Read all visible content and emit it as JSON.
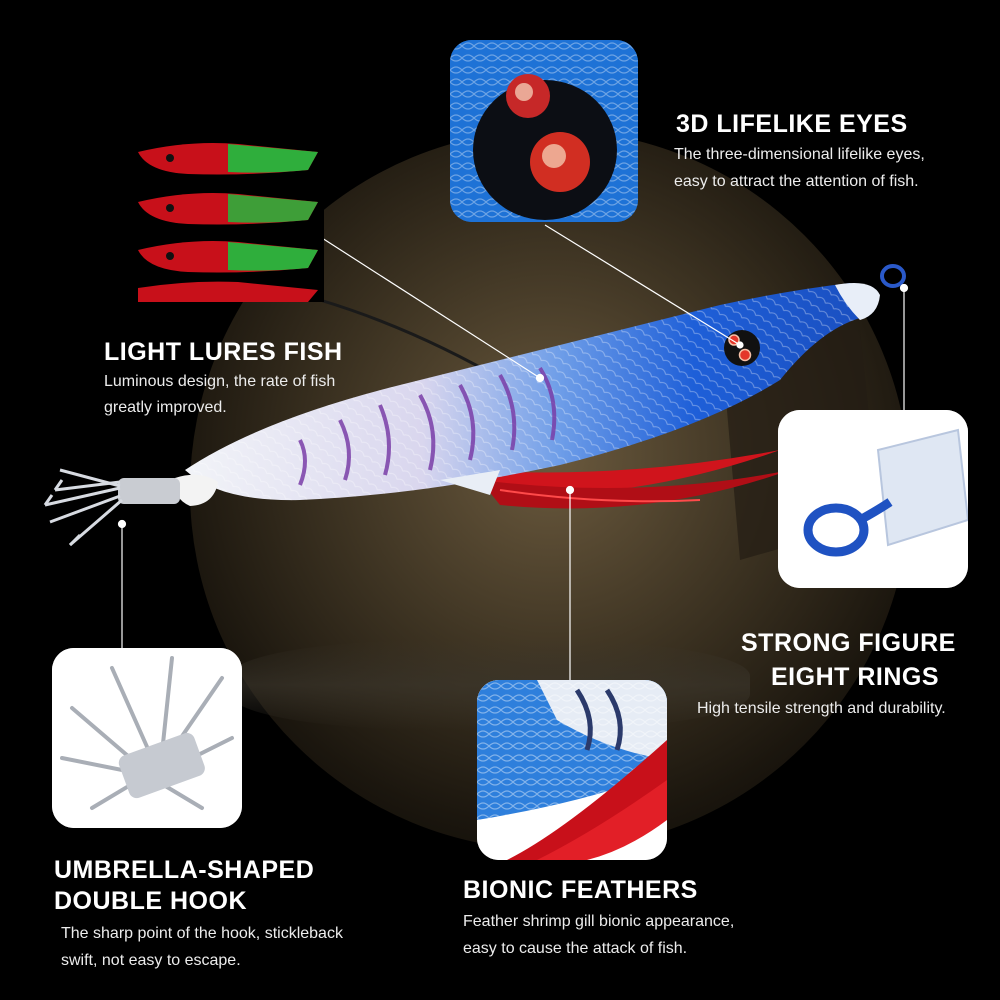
{
  "features": {
    "eyes": {
      "title": "3D LIFELIKE EYES",
      "desc_line1": "The three-dimensional lifelike eyes,",
      "desc_line2": "easy to attract the attention of fish."
    },
    "light": {
      "title": "LIGHT LURES FISH",
      "desc_line1": "Luminous design, the rate of fish",
      "desc_line2": "greatly improved."
    },
    "rings": {
      "title_line1": "STRONG FIGURE",
      "title_line2": "EIGHT RINGS",
      "desc_line1": "High tensile strength and durability."
    },
    "hook": {
      "title_line1": "UMBRELLA-SHAPED",
      "title_line2": "DOUBLE HOOK",
      "desc_line1": "The sharp point of the hook, stickleback",
      "desc_line2": "swift, not easy to escape."
    },
    "feathers": {
      "title": "BIONIC FEATHERS",
      "desc_line1": "Feather shrimp gill bionic appearance,",
      "desc_line2": "easy to cause the attack of fish."
    }
  },
  "colors": {
    "background": "#000000",
    "lure_blue": "#1e5fd8",
    "lure_purple": "#7a3ea8",
    "feather_red": "#d0141c",
    "glow_green": "#2fae3c",
    "glow_red": "#c8101a"
  },
  "icons": [
    "squid-jig-lure",
    "eye-closeup",
    "glow-lure-stack",
    "figure-eight-ring",
    "umbrella-hook",
    "feather-closeup"
  ]
}
